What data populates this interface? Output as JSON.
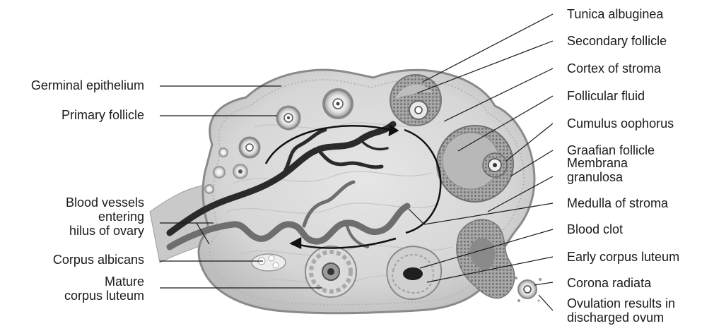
{
  "labels_left": {
    "germinal_epithelium": "Germinal epithelium",
    "primary_follicle": "Primary follicle",
    "blood_vessels_1": "Blood vessels",
    "blood_vessels_2": "entering",
    "blood_vessels_3": "hilus of ovary",
    "corpus_albicans": "Corpus albicans",
    "mature_corpus_luteum_1": "Mature",
    "mature_corpus_luteum_2": "corpus luteum"
  },
  "labels_right": {
    "tunica_albuginea": "Tunica albuginea",
    "secondary_follicle": "Secondary follicle",
    "cortex_of_stroma": "Cortex of stroma",
    "follicular_fluid": "Follicular fluid",
    "cumulus_oophorus": "Cumulus oophorus",
    "graafian_follicle": "Graafian follicle",
    "membrana_granulosa_1": "Membrana",
    "membrana_granulosa_2": "granulosa",
    "medulla_of_stroma": "Medulla of stroma",
    "blood_clot": "Blood clot",
    "early_corpus_luteum": "Early corpus luteum",
    "corona_radiata": "Corona radiata",
    "ovulation_1": "Ovulation results in",
    "ovulation_2": "discharged ovum"
  },
  "colors": {
    "ovary_fill": "#d9d9d9",
    "ovary_edge": "#8a8a8a",
    "stroma_swirl": "#c4c4c4",
    "vessel_dark": "#2a2a2a",
    "vessel_mid": "#6e6e6e",
    "follicle_ring": "#7a7a7a",
    "fluid": "#b9b9b9",
    "leader_line": "#1a1a1a"
  }
}
